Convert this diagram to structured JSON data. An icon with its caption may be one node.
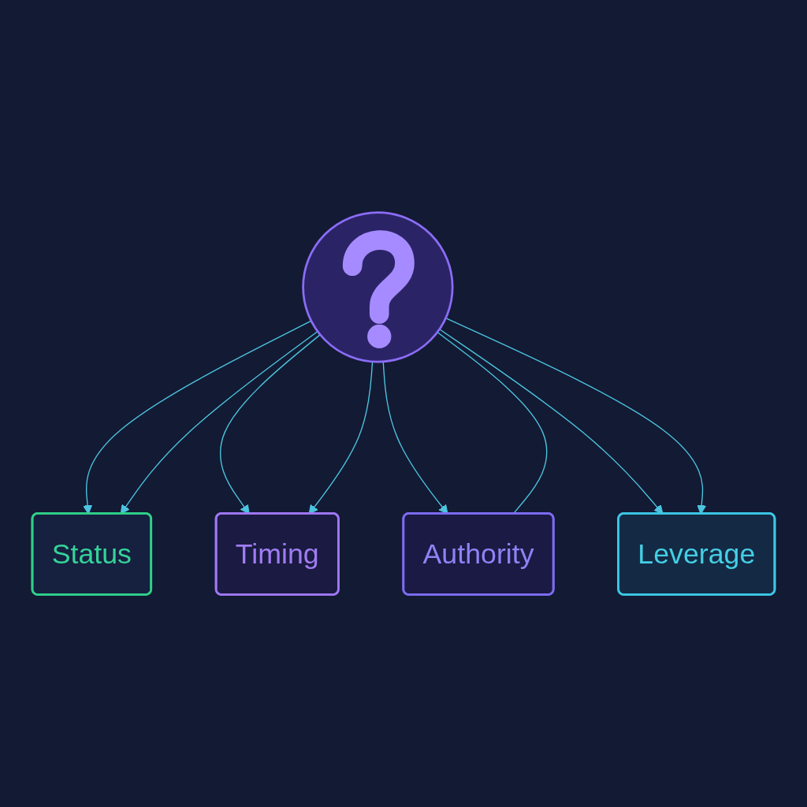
{
  "diagram": {
    "nodes": [
      {
        "text": [
          "Status"
        ]
      },
      {
        "text": [
          "Timing"
        ]
      },
      {
        "text": [],
        "shape": "picture"
      },
      {
        "text": [
          "Authority"
        ]
      },
      {
        "text": [
          "Leverage"
        ]
      }
    ],
    "edges": [
      {
        "from": 2,
        "to": 0,
        "arrow": "to"
      },
      {
        "from": 2,
        "to": 0,
        "arrow": "to"
      },
      {
        "from": 2,
        "to": 1,
        "arrow": "to"
      },
      {
        "from": 2,
        "to": 1,
        "arrow": "to"
      },
      {
        "from": 2,
        "to": 3,
        "arrow": "to"
      },
      {
        "from": 2,
        "to": 3,
        "arrow": "none"
      },
      {
        "from": 2,
        "to": 4,
        "arrow": "to"
      },
      {
        "from": 2,
        "to": 4,
        "arrow": "to"
      }
    ]
  }
}
